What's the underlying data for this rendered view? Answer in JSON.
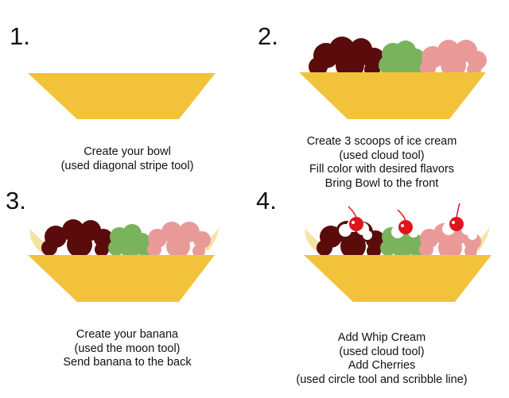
{
  "steps": [
    {
      "number": "1.",
      "lines": [
        "Create your bowl",
        "(used diagonal stripe tool)"
      ]
    },
    {
      "number": "2.",
      "lines": [
        "Create 3 scoops of ice cream",
        "(used cloud tool)",
        "Fill color with desired flavors",
        "Bring Bowl to the front"
      ]
    },
    {
      "number": "3.",
      "lines": [
        "Create your banana",
        "(used the moon tool)",
        "Send banana to the back"
      ]
    },
    {
      "number": "4.",
      "lines": [
        "Add Whip Cream",
        "(used cloud tool)",
        "Add Cherries",
        "(used circle tool and scribble line)"
      ]
    }
  ],
  "colors": {
    "bowl": "#F2C23A",
    "chocolate": "#5A0C0C",
    "pistachio": "#79B35C",
    "strawberry": "#E99A98",
    "banana": "#F4E3A3",
    "cherry": "#E0141C",
    "whip": "#FFFFFF"
  }
}
